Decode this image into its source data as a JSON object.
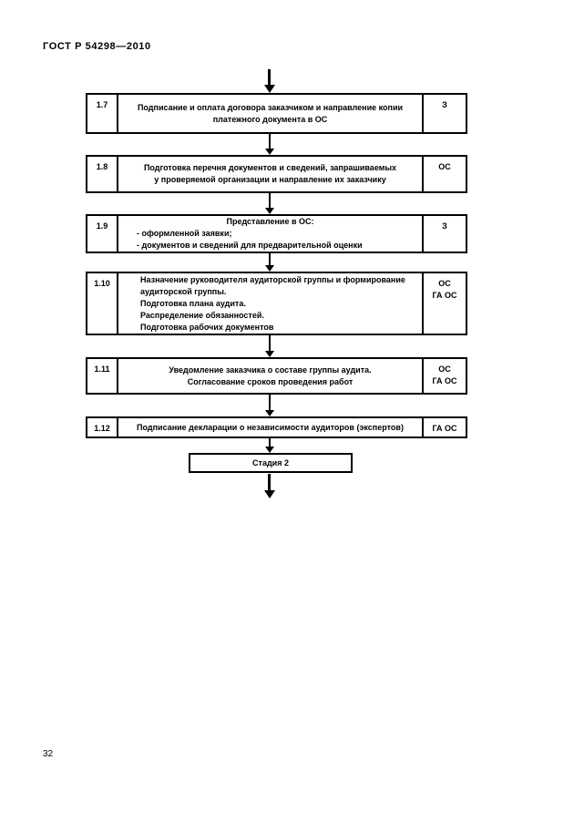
{
  "document": {
    "header": "ГОСТ Р 54298—2010",
    "page_number": "32"
  },
  "flowchart": {
    "boxes": [
      {
        "num": "1.7",
        "lines": [
          "Подписание и оплата договора заказчиком и направление копии",
          "платежного документа в ОС"
        ],
        "actors": [
          "З"
        ]
      },
      {
        "num": "1.8",
        "lines": [
          "Подготовка перечня документов и сведений, запрашиваемых",
          "у проверяемой организации и направление их заказчику"
        ],
        "actors": [
          "ОС"
        ]
      },
      {
        "num": "1.9",
        "lines": [
          "Представление в ОС:",
          "- оформленной заявки;",
          "- документов и сведений для предварительной оценки"
        ],
        "actors": [
          "З"
        ]
      },
      {
        "num": "1.10",
        "lines": [
          "Назначение руководителя аудиторской группы и формирование",
          "аудиторской группы.",
          "Подготовка плана аудита.",
          "Распределение обязанностей.",
          "Подготовка рабочих документов"
        ],
        "actors": [
          "ОС",
          "ГА ОС"
        ]
      },
      {
        "num": "1.11",
        "lines": [
          "Уведомление заказчика о составе группы аудита.",
          "Согласование сроков проведения работ"
        ],
        "actors": [
          "ОС",
          "ГА ОС"
        ]
      },
      {
        "num": "1.12",
        "lines": [
          "Подписание декларации о независимости аудиторов (экспертов)"
        ],
        "actors": [
          "ГА ОС"
        ]
      }
    ],
    "stage_box": {
      "label": "Стадия 2"
    }
  }
}
